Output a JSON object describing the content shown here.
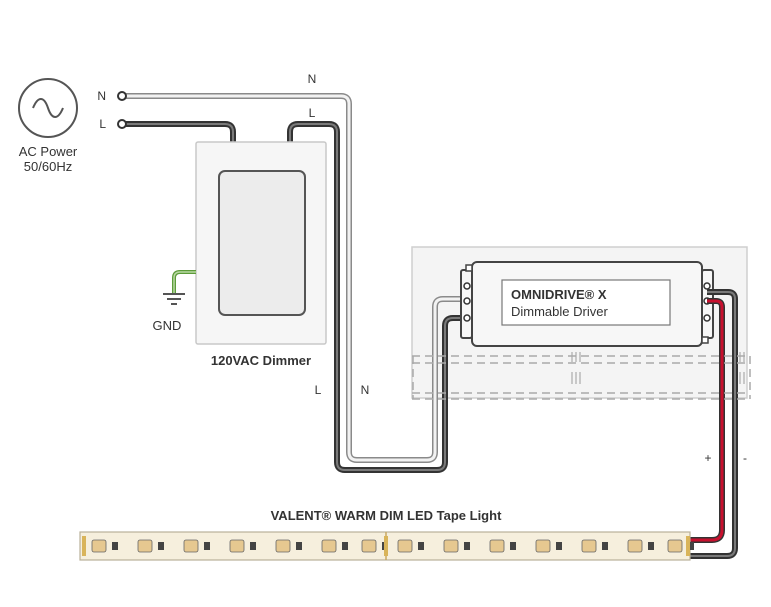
{
  "ac_source": {
    "label_line1": "AC Power",
    "label_line2": "50/60Hz",
    "terminal_n": "N",
    "terminal_l": "L"
  },
  "dimmer": {
    "title": "120VAC Dimmer",
    "ground_label": "GND"
  },
  "driver": {
    "brand": "OMNIDRIVE® X",
    "subtitle": "Dimmable Driver"
  },
  "wire_labels": {
    "n_top": "N",
    "l_top": "L",
    "l_bottom": "L",
    "n_bottom": "N",
    "plus": "+",
    "minus": "-"
  },
  "tape_light": {
    "title": "VALENT® WARM DIM LED Tape Light"
  },
  "colors": {
    "neutral_wire": "#a8a8a8",
    "line_wire": "#3a3a3a",
    "positive_wire": "#c8102e",
    "ground_wire": "#5d9b3a",
    "tape_body": "#f6efdd",
    "led": "#e6c890"
  }
}
